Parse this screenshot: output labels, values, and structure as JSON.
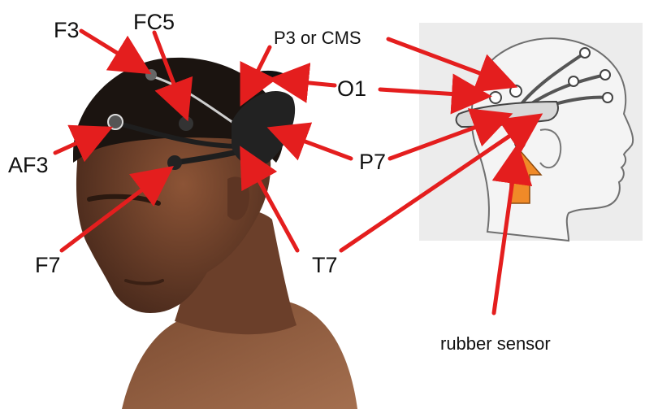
{
  "diagram": {
    "labels": {
      "f3": "F3",
      "fc5": "FC5",
      "p3_cms": "P3 or CMS",
      "o1": "O1",
      "af3": "AF3",
      "p7": "P7",
      "f7": "F7",
      "t7": "T7",
      "rubber_sensor": "rubber sensor"
    },
    "colors": {
      "arrow": "#e41e1e",
      "skin_dark": "#5a3424",
      "skin_light": "#a66a4a",
      "hair": "#1b1410",
      "headset": "#1e1e1e",
      "sensor": "#555555",
      "sketch_bg": "#ececec",
      "highlight_arrow": "#f08a28"
    }
  }
}
